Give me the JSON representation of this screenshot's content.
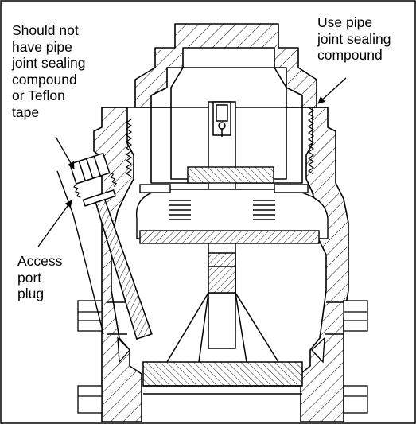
{
  "callouts": {
    "no_sealant": {
      "lines": [
        "Should not",
        "have pipe",
        "joint sealing",
        "compound",
        "or Teflon",
        "tape"
      ]
    },
    "use_sealant": {
      "lines": [
        "Use pipe",
        "joint sealing",
        "compound"
      ]
    },
    "access_port": {
      "lines": [
        "Access",
        "port",
        "plug"
      ]
    }
  },
  "colors": {
    "line": "#000000",
    "background": "#ffffff"
  }
}
